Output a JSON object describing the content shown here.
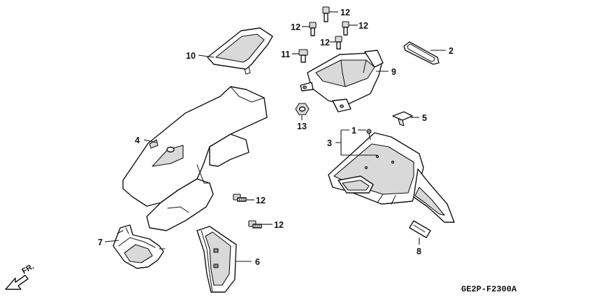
{
  "diagram_code": "GE2P-F2300A",
  "direction_label": "FR.",
  "colors": {
    "line": "#111111",
    "shade": "#d9d9d9",
    "background": "#ffffff"
  },
  "callouts": {
    "c1": "1",
    "c2": "2",
    "c3": "3",
    "c4": "4",
    "c5": "5",
    "c6": "6",
    "c7": "7",
    "c8": "8",
    "c9": "9",
    "c10": "10",
    "c11": "11",
    "c12": "12",
    "c13": "13"
  }
}
